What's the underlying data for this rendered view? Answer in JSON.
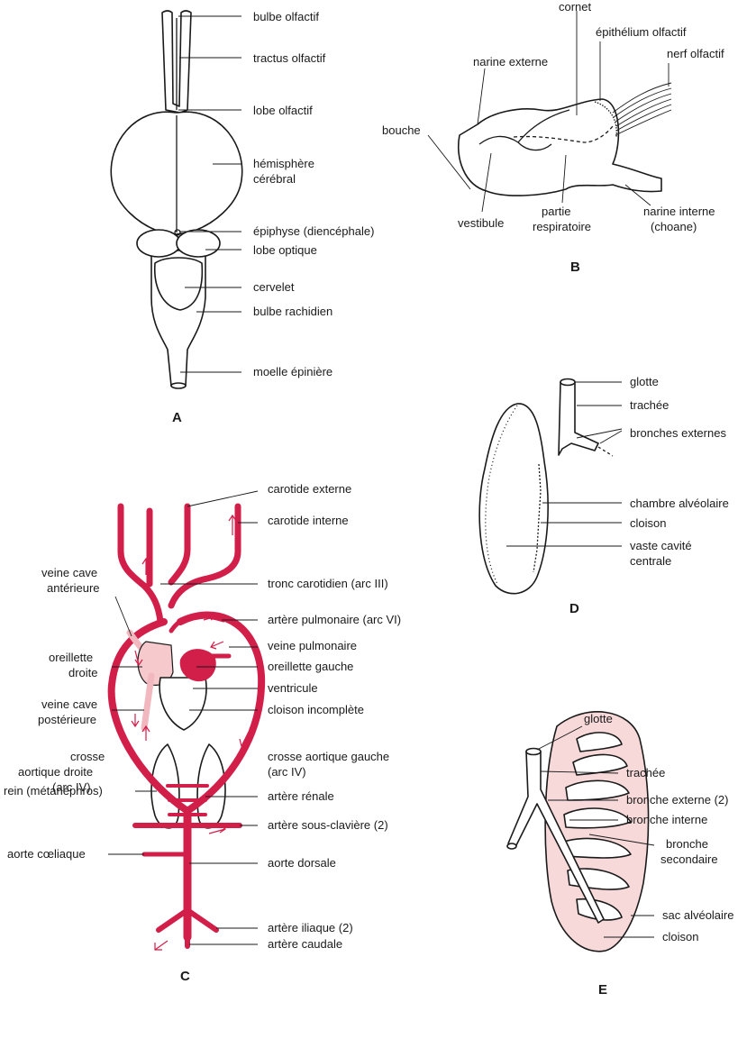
{
  "colors": {
    "artery": "#d21f4a",
    "vein_light": "#f2b8bf",
    "auricle_right": "#f6c9cd",
    "lung_fill": "#f7d9d9",
    "ink": "#1a1a1a"
  },
  "panels": {
    "A": {
      "letter": "A",
      "labels": {
        "bulbe_olfactif": "bulbe olfactif",
        "tractus_olfactif": "tractus olfactif",
        "lobe_olfactif": "lobe olfactif",
        "hemisphere_1": "hémisphère",
        "hemisphere_2": "cérébral",
        "epiphyse": "épiphyse (diencéphale)",
        "lobe_optique": "lobe optique",
        "cervelet": "cervelet",
        "bulbe_rachidien": "bulbe rachidien",
        "moelle": "moelle épinière"
      }
    },
    "B": {
      "letter": "B",
      "labels": {
        "cornet": "cornet",
        "epithelium": "épithélium olfactif",
        "nerf": "nerf olfactif",
        "narine_externe": "narine externe",
        "bouche": "bouche",
        "vestibule": "vestibule",
        "partie_1": "partie",
        "partie_2": "respiratoire",
        "narine_interne_1": "narine interne",
        "narine_interne_2": "(choane)"
      }
    },
    "C": {
      "letter": "C",
      "labels": {
        "carotide_externe": "carotide externe",
        "carotide_interne": "carotide interne",
        "veine_cave_ant_1": "veine cave",
        "veine_cave_ant_2": "antérieure",
        "tronc_carotidien": "tronc carotidien (arc III)",
        "artere_pulmonaire": "artère pulmonaire (arc VI)",
        "veine_pulmonaire": "veine pulmonaire",
        "oreillette_droite_1": "oreillette",
        "oreillette_droite_2": "droite",
        "oreillette_gauche": "oreillette gauche",
        "ventricule": "ventricule",
        "veine_cave_post_1": "veine cave",
        "veine_cave_post_2": "postérieure",
        "cloison_incomplete": "cloison incomplète",
        "crosse_droite_1": "crosse",
        "crosse_droite_2": "aortique droite",
        "crosse_droite_3": "(arc IV)",
        "crosse_gauche_1": "crosse aortique gauche",
        "crosse_gauche_2": "(arc IV)",
        "sous_claviere": "artère sous-clavière (2)",
        "aorte_coeliaque": "aorte cœliaque",
        "aorte_dorsale": "aorte dorsale",
        "artere_renale": "artère rénale",
        "rein": "rein (métanéphros)",
        "artere_iliaque": "artère iliaque (2)",
        "artere_caudale": "artère caudale"
      }
    },
    "D": {
      "letter": "D",
      "labels": {
        "glotte": "glotte",
        "trachee": "trachée",
        "bronches_externes": "bronches externes",
        "chambre": "chambre alvéolaire",
        "cloison": "cloison",
        "vaste_1": "vaste cavité",
        "vaste_2": "centrale"
      }
    },
    "E": {
      "letter": "E",
      "labels": {
        "glotte": "glotte",
        "trachee": "trachée",
        "bronche_externe": "bronche externe (2)",
        "bronche_interne": "bronche interne",
        "bronche_secondaire_1": "bronche",
        "bronche_secondaire_2": "secondaire",
        "sac": "sac alvéolaire",
        "cloison": "cloison"
      }
    }
  }
}
